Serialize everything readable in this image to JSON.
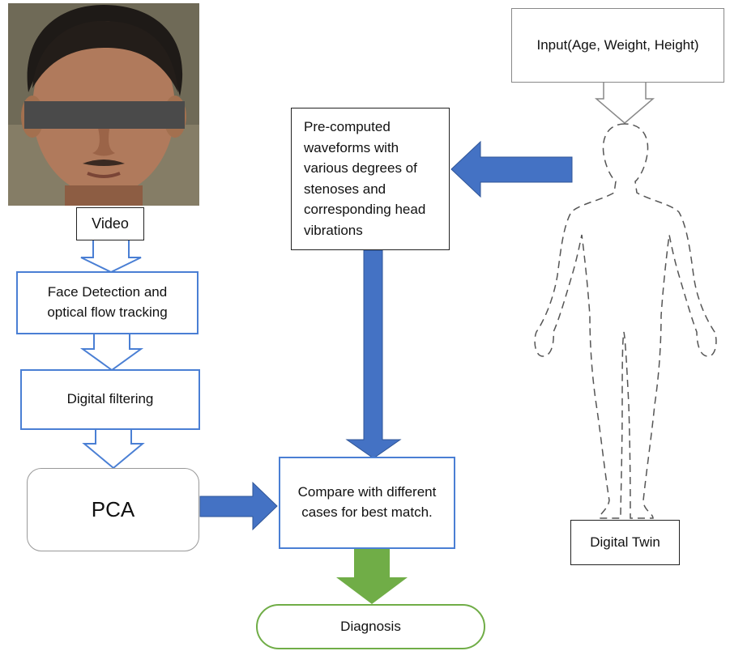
{
  "photo": {
    "label": "Video"
  },
  "steps": {
    "face_detection": "Face Detection and optical flow tracking",
    "digital_filtering": "Digital filtering",
    "pca": "PCA",
    "compare": "Compare with different cases for best match.",
    "diagnosis": "Diagnosis"
  },
  "digital_twin": {
    "input": "Input(Age, Weight, Height)",
    "precomputed": "Pre-computed waveforms with various degrees of stenoses and corresponding head vibrations",
    "label": "Digital Twin"
  },
  "colors": {
    "blue_arrow": "#4472c4",
    "green_arrow": "#70ad47",
    "outline_blue": "#4a7fd4",
    "censor_bar": "#4a4a4a"
  }
}
